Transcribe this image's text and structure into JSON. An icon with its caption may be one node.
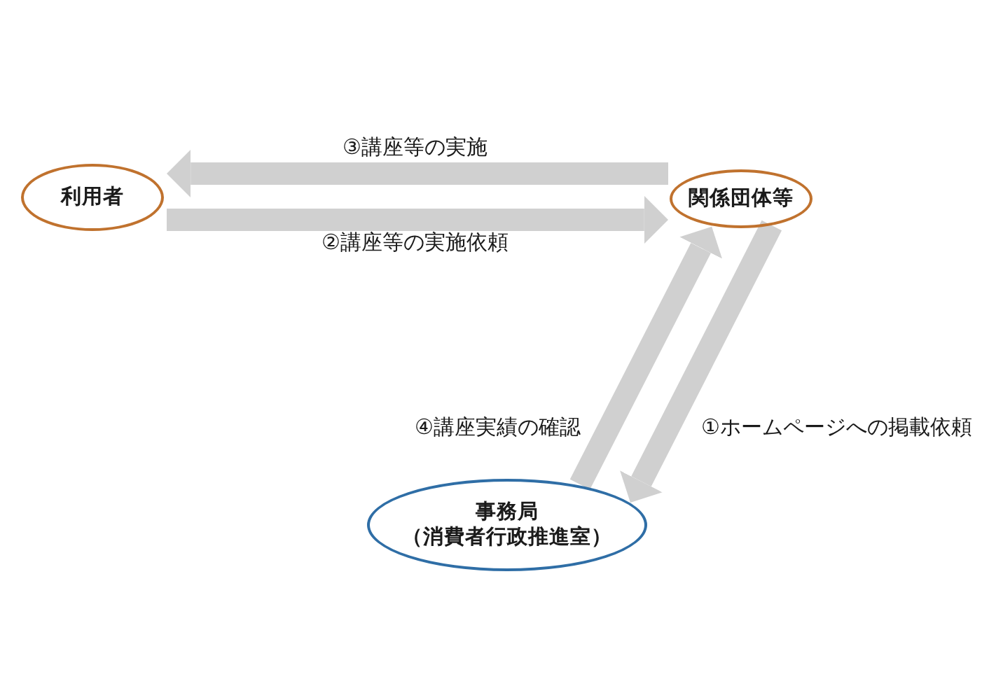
{
  "diagram": {
    "nodes": [
      {
        "text": [
          "利用者"
        ]
      },
      {
        "text": [
          "関係団体等"
        ]
      },
      {
        "text": [
          "事務局",
          "（消費者行政推進室）"
        ]
      }
    ],
    "edges": [
      {
        "from": 1,
        "to": 2,
        "arrow": "to",
        "label": "①ホームページへの掲載依頼"
      },
      {
        "from": 0,
        "to": 1,
        "arrow": "to",
        "label": "②講座等の実施依頼"
      },
      {
        "from": 1,
        "to": 0,
        "arrow": "to",
        "label": "③講座等の実施"
      },
      {
        "from": 2,
        "to": 1,
        "arrow": "to",
        "label": "④講座実績の確認"
      }
    ]
  }
}
